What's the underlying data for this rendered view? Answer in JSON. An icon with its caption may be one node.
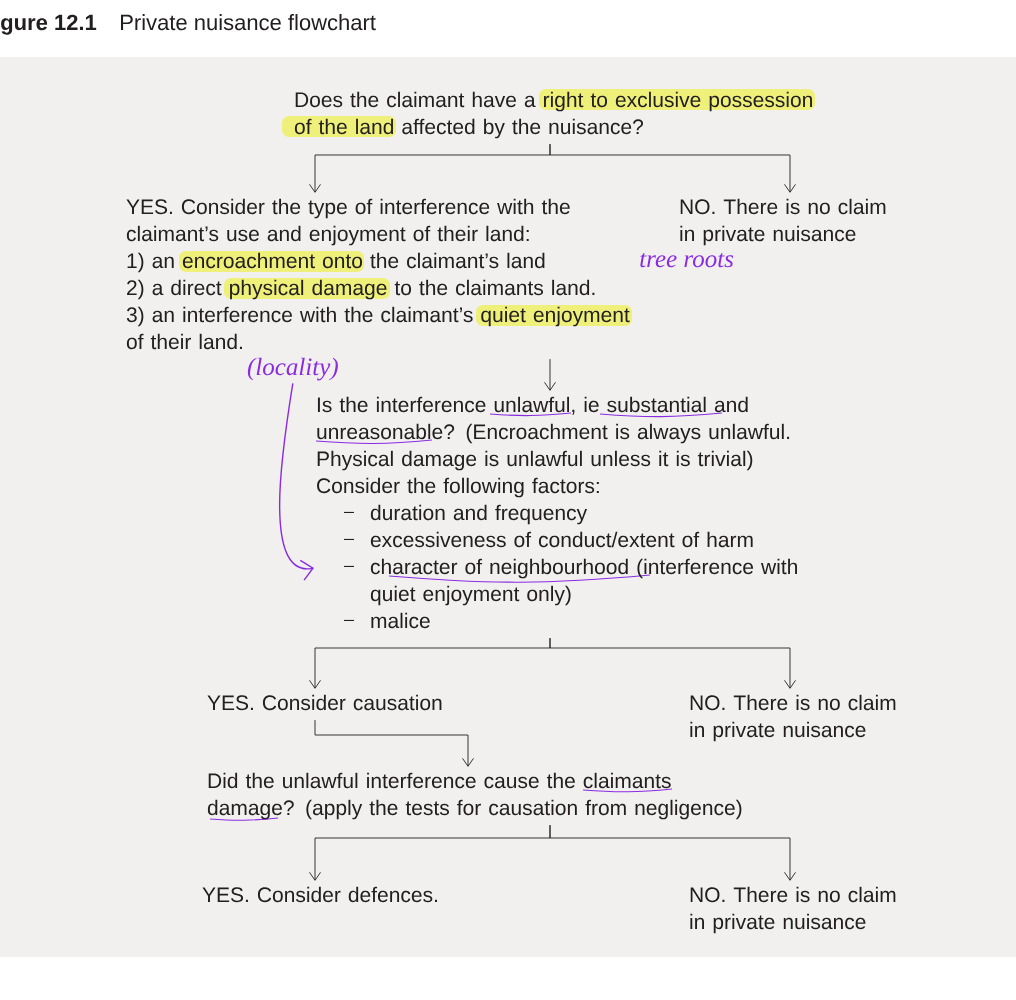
{
  "diagram": {
    "title": "Private nuisance flowchart",
    "nodes": [
      {
        "text": [
          "Does the claimant have a right to exclusive possession of the land affected by the nuisance?"
        ]
      },
      {
        "text": [
          "YES. Consider the type of interference with the claimant’s use and enjoyment of their land:",
          "1) an encroachment onto the claimant’s land",
          "2) a direct physical damage to the claimants land.",
          "3) an interference with the claimant’s quiet enjoyment of their land."
        ],
        "beside": [
          "tree roots"
        ]
      },
      {
        "text": [
          "NO. There is no claim in private nuisance"
        ]
      },
      {
        "text": [
          "(locality)"
        ]
      },
      {
        "text": [
          "Is the interference unlawful, ie substantial and unreasonable? (Encroachment is always unlawful. Physical damage is unlawful unless it is trivial)",
          "Consider the following factors:",
          "duration and frequency",
          "excessiveness of conduct/extent of harm",
          "character of neighbourhood (interference with quiet enjoyment only)",
          "malice"
        ]
      },
      {
        "text": [
          "YES. Consider causation"
        ]
      },
      {
        "text": [
          "NO. There is no claim in private nuisance"
        ]
      },
      {
        "text": [
          "Did the unlawful interference cause the claimants damage? (apply the tests for causation from negligence)"
        ]
      },
      {
        "text": [
          "YES. Consider defences."
        ]
      },
      {
        "text": [
          "NO. There is no claim in private nuisance"
        ]
      }
    ],
    "edges": [
      {
        "from": 0,
        "to": 1,
        "arrow": "to"
      },
      {
        "from": 0,
        "to": 2,
        "arrow": "to"
      },
      {
        "from": 1,
        "to": 4,
        "arrow": "to"
      },
      {
        "from": 4,
        "to": 5,
        "arrow": "to"
      },
      {
        "from": 4,
        "to": 6,
        "arrow": "to"
      },
      {
        "from": 5,
        "to": 7,
        "arrow": "to"
      },
      {
        "from": 7,
        "to": 8,
        "arrow": "to"
      },
      {
        "from": 7,
        "to": 9,
        "arrow": "to"
      },
      {
        "from": 3,
        "to": 4,
        "arrow": "to",
        "color": "#8a2be2"
      }
    ],
    "labels": [
      "gure 12.1"
    ]
  }
}
